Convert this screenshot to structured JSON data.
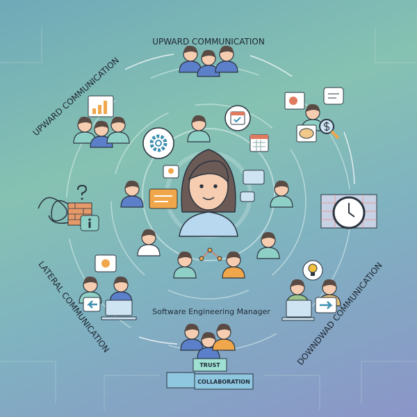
{
  "labels": {
    "top": "UPWARD COMMUNICATION",
    "left_upper": "UPWARD COMMUNICATION",
    "left_lower": "LATERAL COMMUNICATION",
    "right_lower": "DOWNDWAD COMMUNICATION"
  },
  "center_title": "Software Engineering Manager",
  "blocks": {
    "top": "TRUST",
    "bottom": "COLLABORATION"
  },
  "colors": {
    "background_top": "#86c2b2",
    "background_bottom": "#8b95c8",
    "ink": "#2b3440",
    "accent_orange": "#f0a64a",
    "accent_blue": "#5b7fc8"
  },
  "icons": [
    "gear-icon",
    "calendar-icon",
    "bar-chart-icon",
    "magnifier-icon",
    "clock-icon",
    "lightbulb-icon",
    "arrow-right-icon",
    "arrow-left-icon",
    "laptop-icon",
    "tangled-lines-icon",
    "brick-wall-icon",
    "info-icon",
    "question-icon",
    "chat-bubble-icon",
    "dollar-icon",
    "palette-icon"
  ]
}
